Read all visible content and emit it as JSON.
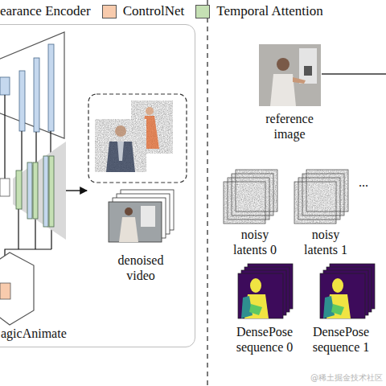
{
  "diagram": {
    "nodes": [
      {
        "text": [
          "agicAnimate"
        ]
      },
      {
        "text": [
          "denoised video"
        ]
      },
      {
        "text": [
          "reference image"
        ]
      },
      {
        "text": [
          "noisy latents 0"
        ]
      },
      {
        "text": [
          "noisy latents 1"
        ]
      },
      {
        "text": [
          "DensePose sequence 0"
        ]
      },
      {
        "text": [
          "DensePose sequence 1"
        ]
      }
    ],
    "labels": [
      "...",
      "@稀土掘金技术社区"
    ],
    "legend": [
      {
        "text": "earance Encoder"
      },
      {
        "text": "ControlNet",
        "color": "#f8cbad"
      },
      {
        "text": "Temporal Attention",
        "color": "#c5e0b4"
      }
    ]
  }
}
